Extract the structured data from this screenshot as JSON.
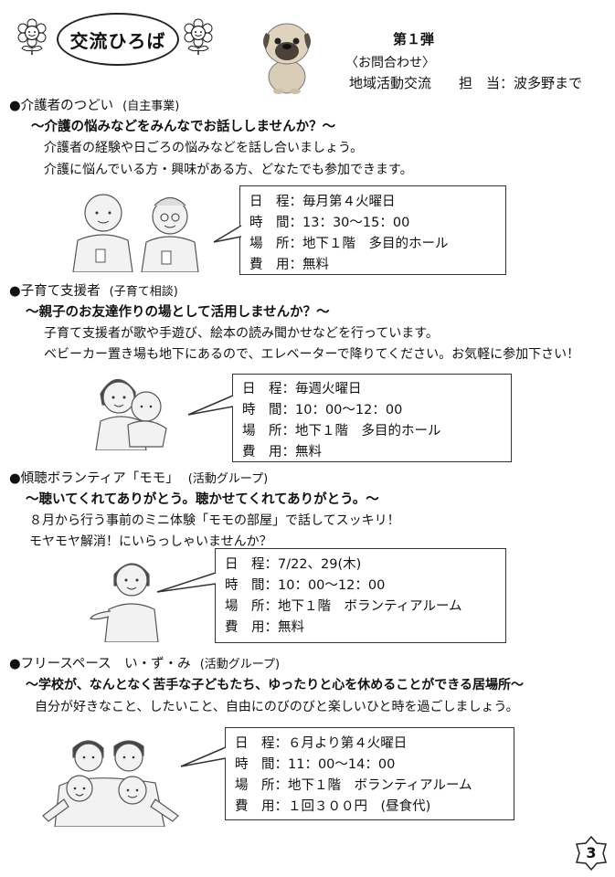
{
  "header": {
    "title": "交流ひろば",
    "issue": "第１弾",
    "contact_label": "〈お問合わせ〉",
    "contact_line": "地域活動交流　　担　当：波多野まで"
  },
  "sections": [
    {
      "title": "●介護者のつどい",
      "sub": "(自主事業)",
      "tagline": "～介護の悩みなどをみんなでお話ししませんか？～",
      "desc": [
        "介護者の経験や日ごろの悩みなどを話し合いましょう。",
        "介護に悩んでいる方・興味がある方、どなたでも参加できます。"
      ],
      "info": [
        "日　程：毎月第４火曜日",
        "時　間：13：30～15：00",
        "場　所：地下１階　多目的ホール",
        "費　用：無料"
      ]
    },
    {
      "title": "●子育て支援者",
      "sub": "(子育て相談)",
      "tagline": "～親子のお友達作りの場として活用しませんか？～",
      "desc": [
        "子育て支援者が歌や手遊び、絵本の読み聞かせなどを行っています。",
        "ベビーカー置き場も地下にあるので、エレベーターで降りてください。お気軽に参加下さい！"
      ],
      "info": [
        "日　程：毎週火曜日",
        "時　間：10：00～12：00",
        "場　所：地下１階　多目的ホール",
        "費　用：無料"
      ]
    },
    {
      "title": "●傾聴ボランティア「モモ」",
      "sub": "(活動グループ)",
      "tagline": "～聴いてくれてありがとう。聴かせてくれてありがとう。～",
      "desc": [
        "８月から行う事前のミニ体験「モモの部屋」で話してスッキリ！",
        "モヤモヤ解消！にいらっしゃいませんか？"
      ],
      "info": [
        "日　程：7/22、29(木)",
        "時　間：10：00～12：00",
        "場　所：地下１階　ボランティアルーム",
        "費　用：無料"
      ]
    },
    {
      "title": "●フリースペース　い・ず・み",
      "sub": "(活動グループ)",
      "tagline": "～学校が、なんとなく苦手な子どもたち、ゆったりと心を休めることができる居場所～",
      "desc": [
        "自分が好きなこと、したいこと、自由にのびのびと楽しいひと時を過ごしましょう。"
      ],
      "info": [
        "日　程：６月より第４火曜日",
        "時　間：11：00～14：00",
        "場　所：地下１階　ボランティアルーム",
        "費　用：１回３００円　(昼食代)"
      ]
    }
  ],
  "page_number": "3"
}
